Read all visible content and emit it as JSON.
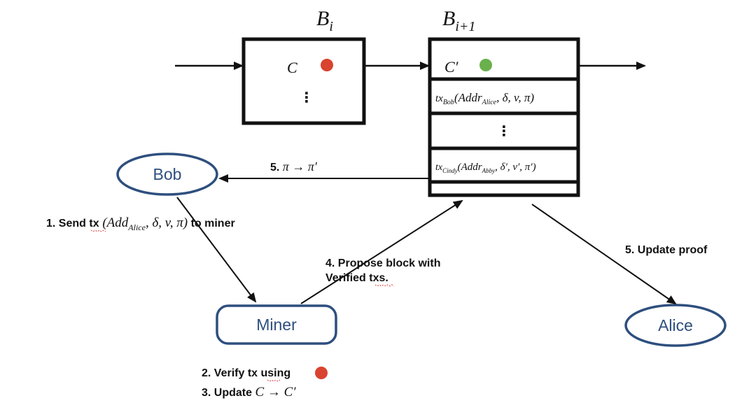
{
  "blocks": {
    "bi": {
      "title_main": "B",
      "title_sub": "i",
      "content_c": "C",
      "ellipsis": "⋮"
    },
    "bi1": {
      "title_main": "B",
      "title_sub": "i+1",
      "row1": "C′",
      "row2": {
        "pre": "tx",
        "sub1": "Bob",
        "mid": "(Addr",
        "sub2": "Alice",
        "post": ", δ, v, π)"
      },
      "row3": "⋮",
      "row4": {
        "pre": "tx",
        "sub1": "Cindy",
        "mid": "(Addr",
        "sub2": "Abby",
        "post": ", δ′, v′, π′)"
      }
    }
  },
  "nodes": {
    "bob": "Bob",
    "miner": "Miner",
    "alice": "Alice"
  },
  "labels": {
    "step1": {
      "pre": "1. Send ",
      "tx": "tx",
      "mathA": " (Add",
      "sub": "Alice",
      "mathB": ", δ, v, π)",
      "post": " to miner"
    },
    "step2": {
      "pre": "2. Verify ",
      "tx": "tx",
      "post": " using"
    },
    "step3": {
      "pre": "3. Update ",
      "math": "C → C′"
    },
    "step4_line1": "4. Propose block with",
    "step4_line2_pre": "Verified ",
    "step4_line2_tx": "txs.",
    "step5_proof": {
      "pre": "5. ",
      "math": "π → π′"
    },
    "step5_update": "5. Update proof"
  },
  "colors": {
    "red_dot": "#d9432f",
    "green_dot": "#6ab04c",
    "node_stroke": "#2e4f7e",
    "node_text": "#2e4f7e"
  }
}
